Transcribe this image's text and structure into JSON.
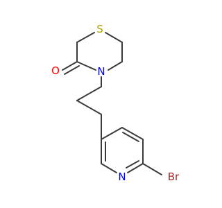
{
  "molecule": {
    "atoms": {
      "sulfur": "S",
      "oxygen": "O",
      "ring_nitrogen": "N",
      "pyridine_nitrogen": "N",
      "bromine": "Br"
    },
    "colors": {
      "bond": "#3a3a3a",
      "sulfur": "#b5a000",
      "oxygen": "#ff0000",
      "nitrogen": "#0000ff",
      "bromine": "#a52a2a"
    }
  }
}
